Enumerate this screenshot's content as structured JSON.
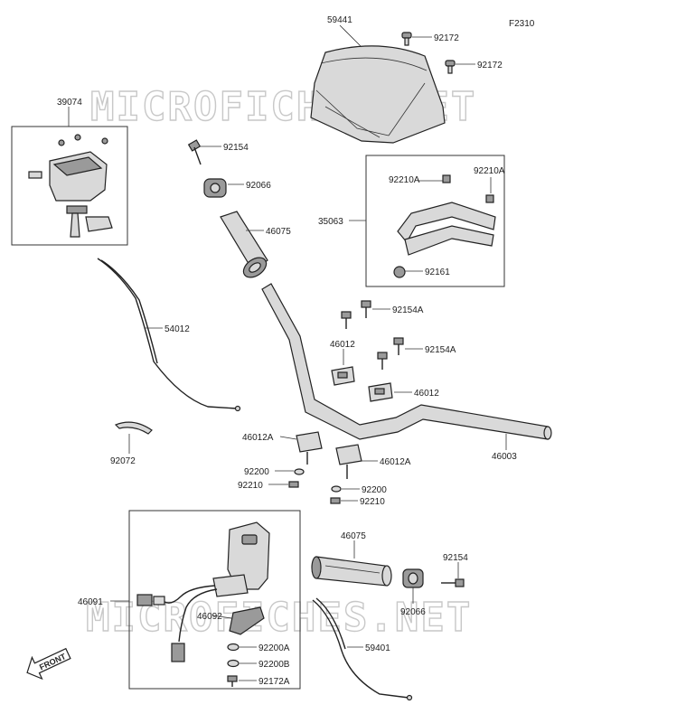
{
  "figure_code": "F2310",
  "watermark": "MICROFICHES.NET",
  "direction_tag": "FRONT",
  "parts": {
    "p59441": "59441",
    "p92172_1": "92172",
    "p92172_2": "92172",
    "p39074": "39074",
    "p92154": "92154",
    "p92066_top": "92066",
    "p46075_top": "46075",
    "p35063": "35063",
    "p92210A_1": "92210A",
    "p92210A_2": "92210A",
    "p92161": "92161",
    "p54012": "54012",
    "p92154A_1": "92154A",
    "p92154A_2": "92154A",
    "p46012_1": "46012",
    "p46012_2": "46012",
    "p92072": "92072",
    "p46012A_1": "46012A",
    "p46012A_2": "46012A",
    "p46003": "46003",
    "p92200_1": "92200",
    "p92200_2": "92200",
    "p92210_1": "92210",
    "p92210_2": "92210",
    "p46075_bot": "46075",
    "p92154_bot": "92154",
    "p46091": "46091",
    "p92066_bot": "92066",
    "p46092": "46092",
    "p59401": "59401",
    "p92200A": "92200A",
    "p92200B": "92200B",
    "p92172A": "92172A"
  }
}
